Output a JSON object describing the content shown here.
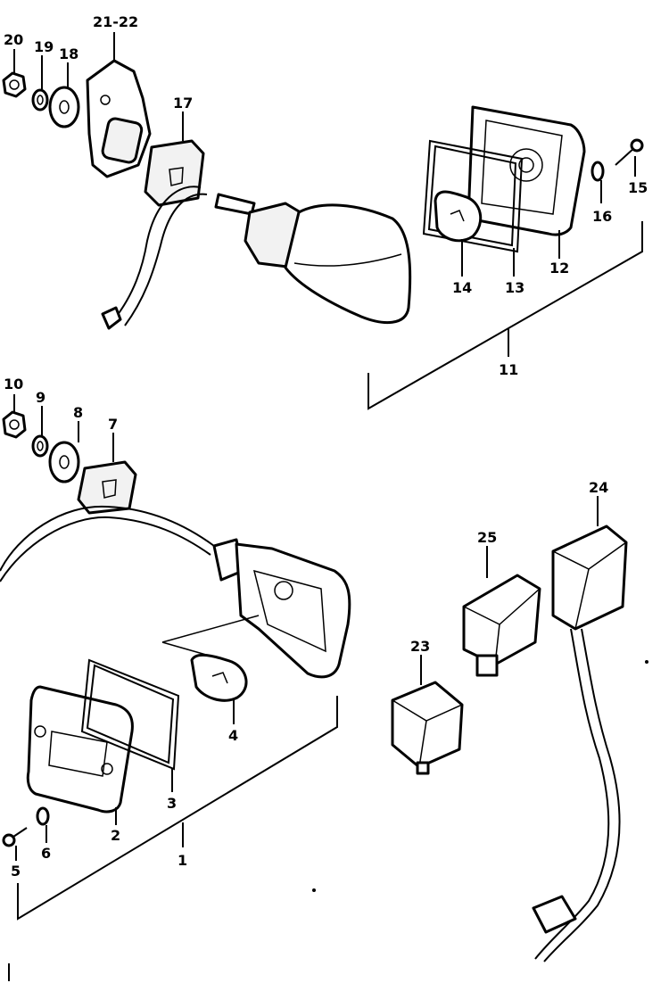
{
  "callouts": {
    "p1": "1",
    "p2": "2",
    "p3": "3",
    "p4": "4",
    "p5": "5",
    "p6": "6",
    "p7": "7",
    "p8": "8",
    "p9": "9",
    "p10": "10",
    "p11": "11",
    "p12": "12",
    "p13": "13",
    "p14": "14",
    "p15": "15",
    "p16": "16",
    "p17": "17",
    "p18": "18",
    "p19": "19",
    "p20": "20",
    "p21_22": "21-22",
    "p23": "23",
    "p24": "24",
    "p25": "25"
  }
}
